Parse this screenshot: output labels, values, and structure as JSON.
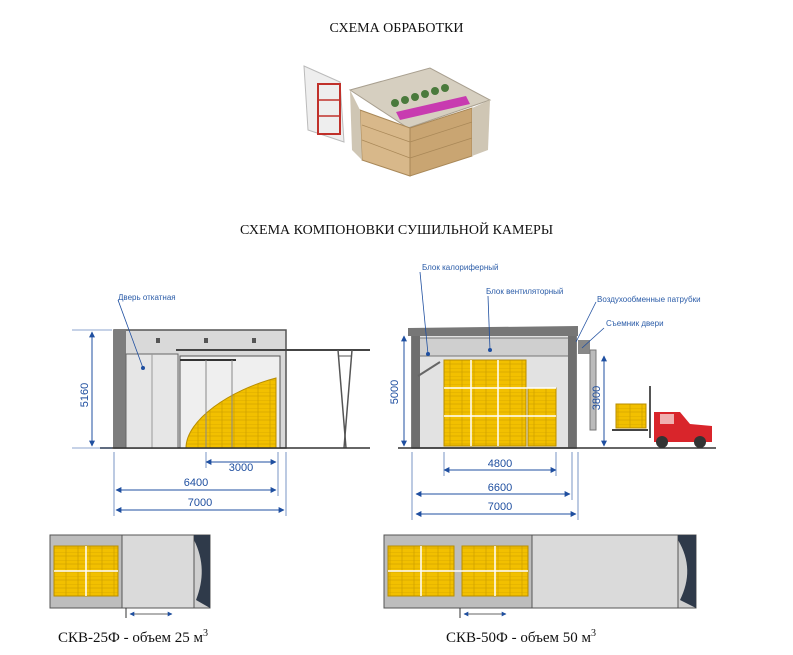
{
  "headings": {
    "processing_scheme": "СХЕМА ОБРАБОТКИ",
    "layout_scheme": "СХЕМА КОМПОНОВКИ СУШИЛЬНОЙ КАМЕРЫ"
  },
  "left_chamber": {
    "labels": {
      "door": "Дверь откатная"
    },
    "dims": {
      "height": "5160",
      "door_width": "3000",
      "inner_width": "6400",
      "total_width": "7000"
    }
  },
  "right_chamber": {
    "labels": {
      "heater_block": "Блок калориферный",
      "fan_block": "Блок вентиляторный",
      "air_pipes": "Воздухообменные патрубки",
      "door_remover": "Съемник двери"
    },
    "dims": {
      "height": "5000",
      "door_height": "3800",
      "stack_width": "4800",
      "inner_width": "6600",
      "total_width": "7000"
    }
  },
  "captions": {
    "skv25": {
      "text": "СКВ-25Ф - объем 25 м",
      "sup": "3"
    },
    "skv50": {
      "text": "СКВ-50Ф - объем 50 м",
      "sup": "3"
    }
  },
  "colors": {
    "accent_blue": "#1f4fa0",
    "wood_yellow": "#f2c000",
    "wall_gray": "#d4d4d4",
    "truck_red": "#d9252b"
  }
}
